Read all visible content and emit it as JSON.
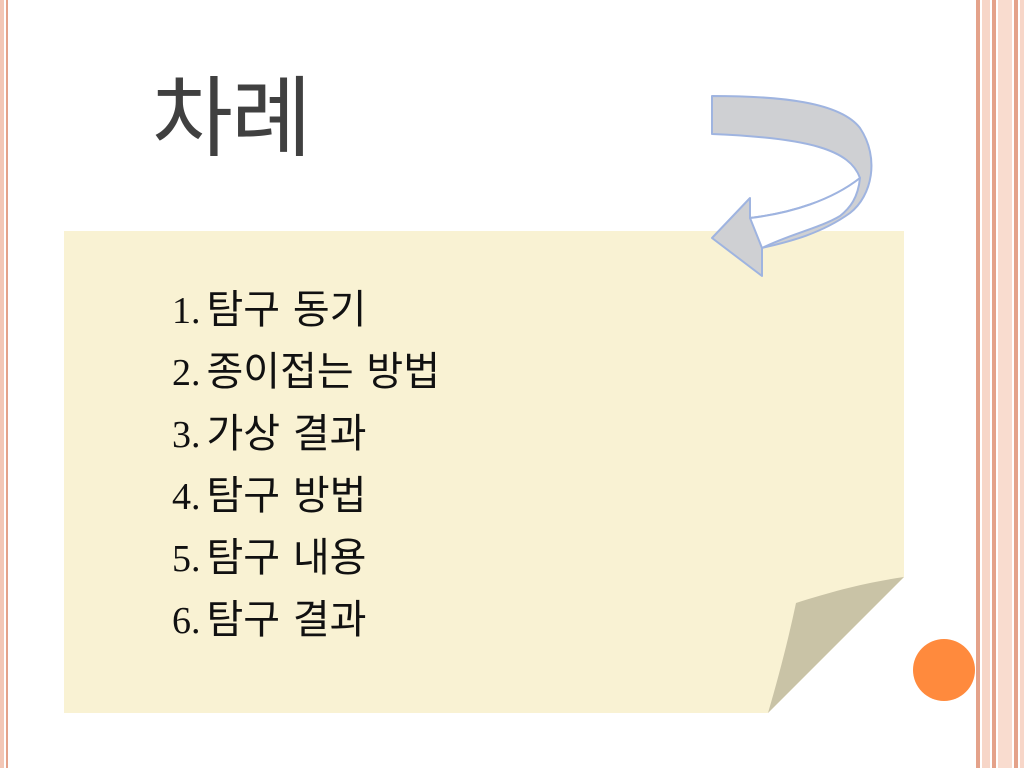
{
  "slide": {
    "title": "차례",
    "toc": [
      {
        "number": "1.",
        "text": "탐구 동기"
      },
      {
        "number": "2.",
        "text": "종이접는 방법"
      },
      {
        "number": "3.",
        "text": "가상 결과"
      },
      {
        "number": "4.",
        "text": "탐구 방법"
      },
      {
        "number": "5.",
        "text": "탐구 내용"
      },
      {
        "number": "6.",
        "text": "탐구 결과"
      }
    ]
  },
  "icons": {
    "arrow": "curved-arrow-icon",
    "dot": "orange-circle"
  },
  "colors": {
    "title": "#404040",
    "note_fill": "#f9f2d3",
    "note_curl": "#c9c3a6",
    "arrow_fill": "#cfd0d3",
    "arrow_stroke": "#9fb4e0",
    "accent_dot": "#ff8a3d",
    "edge_stripe_dark": "#e4a28a",
    "edge_stripe_light": "#f7d6c8"
  }
}
